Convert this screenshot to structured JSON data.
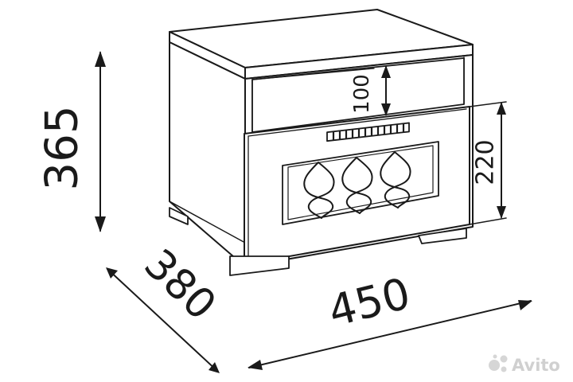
{
  "dimensions": {
    "height": "365",
    "depth": "380",
    "width": "450",
    "shelf_height": "100",
    "drawer_height": "220"
  },
  "watermark": {
    "text": "Avito",
    "icon": "avito-logo-icon"
  }
}
